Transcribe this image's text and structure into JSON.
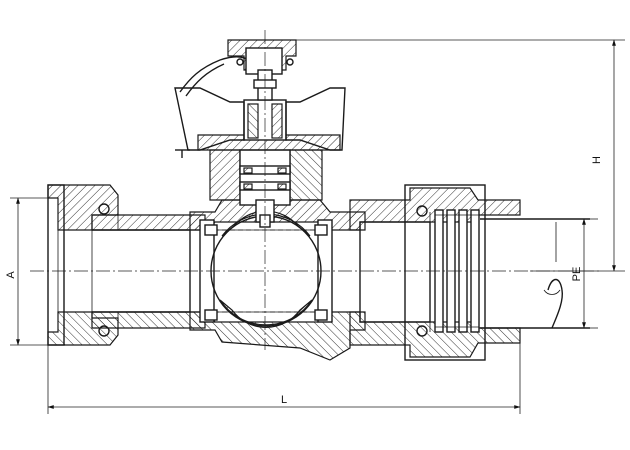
{
  "dimensions": {
    "A": "A",
    "H": "H",
    "L": "L",
    "PE": "PE"
  },
  "colors": {
    "line": "#1a1a1a",
    "background": "#ffffff"
  }
}
